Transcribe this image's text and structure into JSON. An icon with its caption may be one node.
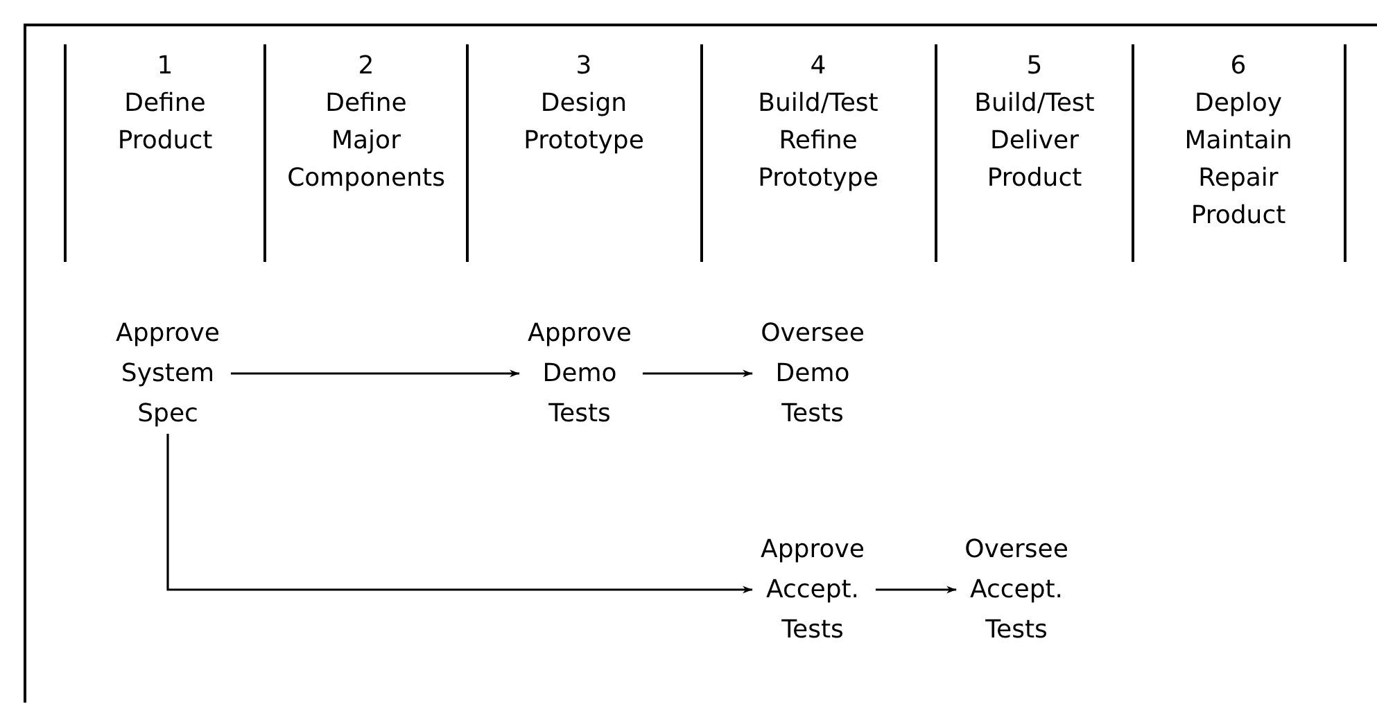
{
  "diagram": {
    "nodes": [
      {
        "text": [
          "Approve System Spec"
        ]
      },
      {
        "text": [
          "Approve Demo Tests"
        ]
      },
      {
        "text": [
          "Oversee Demo Tests"
        ]
      },
      {
        "text": [
          "Approve Accept. Tests"
        ]
      },
      {
        "text": [
          "Oversee Accept. Tests"
        ]
      }
    ],
    "edges": [
      {
        "from": 0,
        "to": 1,
        "arrow": "to"
      },
      {
        "from": 1,
        "to": 2,
        "arrow": "to"
      },
      {
        "from": 0,
        "to": 3,
        "arrow": "to"
      },
      {
        "from": 3,
        "to": 4,
        "arrow": "to"
      }
    ],
    "labels": [
      "1",
      "Define Product",
      "2",
      "Define Major Components",
      "3",
      "Design Prototype",
      "4",
      "Build/Test Refine Prototype",
      "5",
      "Build/Test Deliver Product",
      "6",
      "Deploy Maintain Repair Product"
    ]
  }
}
